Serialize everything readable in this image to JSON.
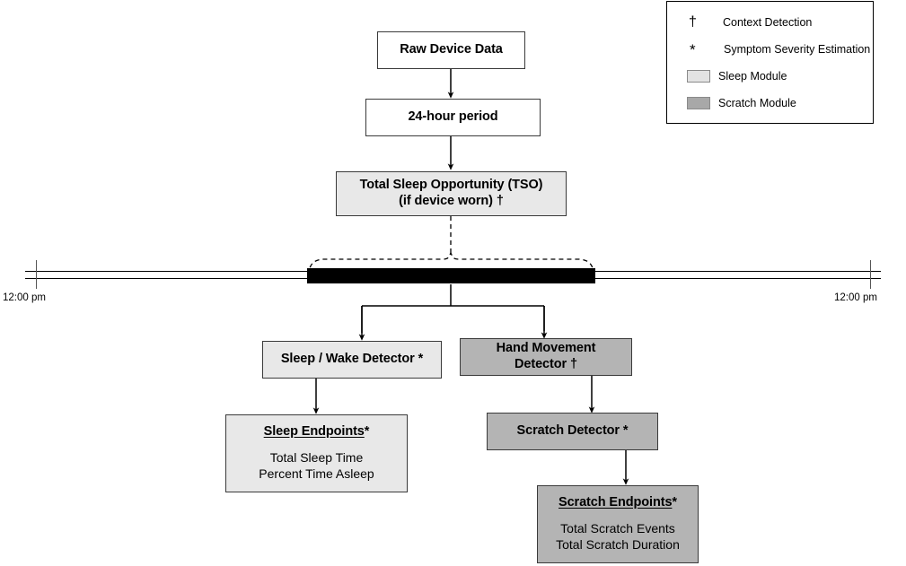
{
  "legend": {
    "rows": [
      {
        "key": "†",
        "key_type": "dagger-glyph",
        "label": "Context Detection"
      },
      {
        "key": "*",
        "key_type": "asterisk-glyph",
        "label": "Symptom Severity Estimation"
      },
      {
        "key": "",
        "key_type": "swatch-light",
        "label": "Sleep Module"
      },
      {
        "key": "",
        "key_type": "swatch-dark",
        "label": "Scratch Module"
      }
    ]
  },
  "nodes": {
    "raw_device_data": {
      "title": "Raw Device Data"
    },
    "period": {
      "title": "24-hour period"
    },
    "tso": {
      "title": "Total Sleep Opportunity (TSO)\n(if device worn) †"
    },
    "sleep_wake_detector": {
      "title": "Sleep / Wake Detector *"
    },
    "hand_movement_detector": {
      "title": "Hand Movement\nDetector †"
    },
    "sleep_endpoints": {
      "title": "Sleep Endpoints",
      "mark": " *",
      "sub": "Total Sleep Time\nPercent Time Asleep"
    },
    "scratch_detector": {
      "title": "Scratch Detector *"
    },
    "scratch_endpoints": {
      "title": "Scratch Endpoints",
      "mark": " *",
      "sub": "Total Scratch Events\nTotal Scratch Duration"
    }
  },
  "timeline": {
    "label_left": "12:00 pm",
    "label_right": "12:00 pm"
  },
  "colors": {
    "sleep_module": "#e8e8e8",
    "scratch_module": "#b4b4b4",
    "line": "#000000",
    "box_border": "#3a3a3a"
  }
}
